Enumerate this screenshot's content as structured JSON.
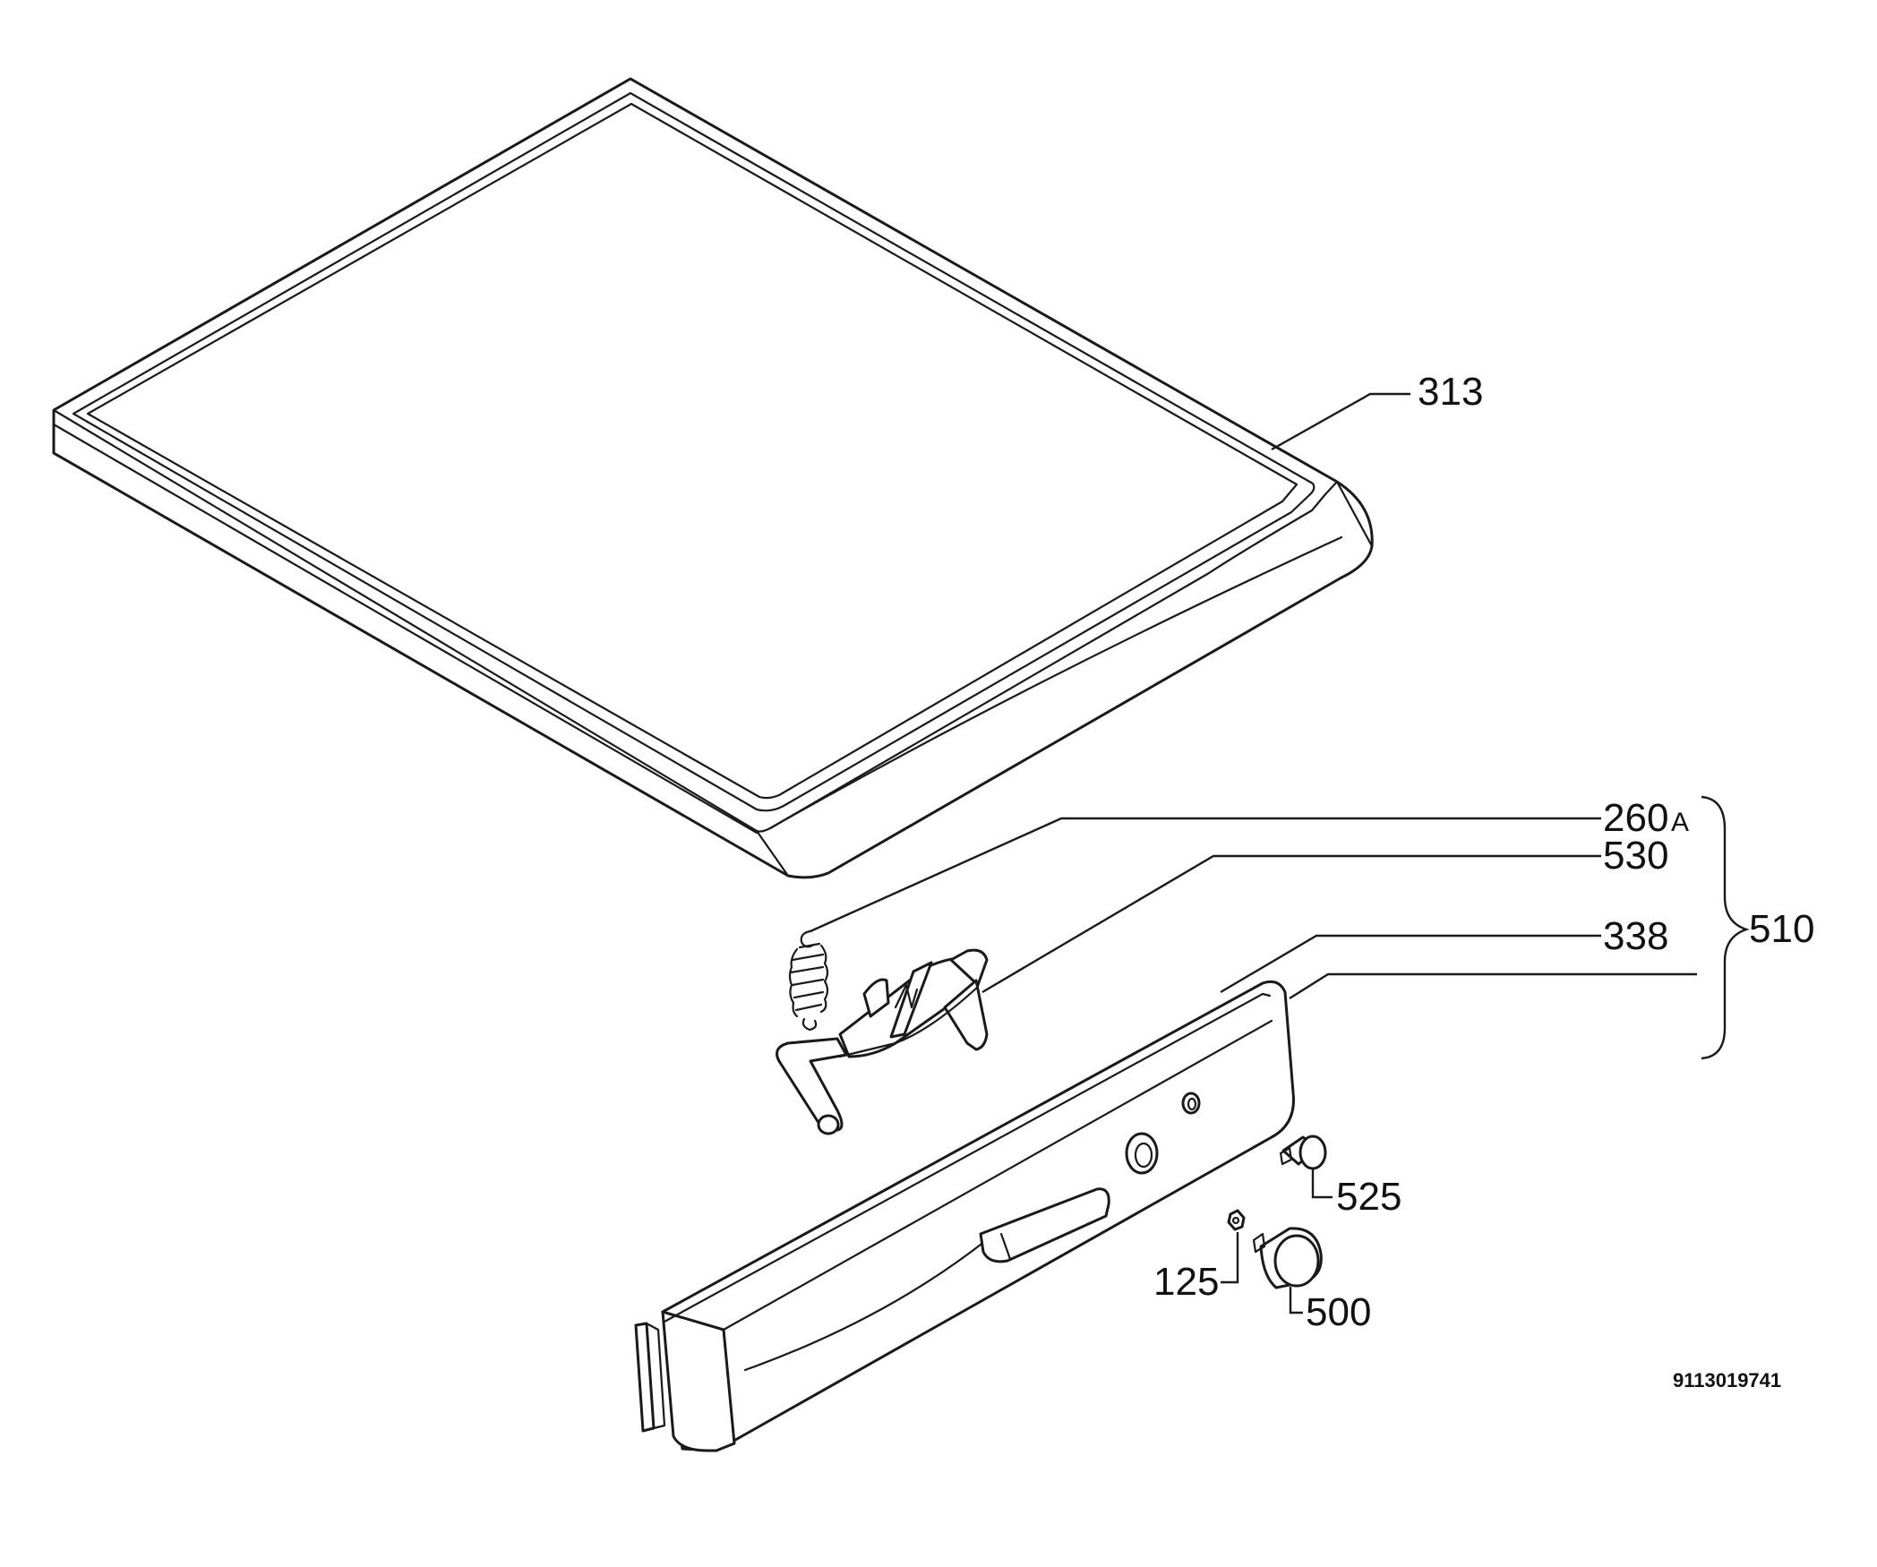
{
  "diagram": {
    "callouts": {
      "lid": "313",
      "spring_main": "260",
      "spring_suffix": "A",
      "hinge": "530",
      "panel_upper": "338",
      "group": "510",
      "knob_small": "525",
      "nut": "125",
      "knob_large": "500"
    },
    "document_number": "9113019741"
  }
}
